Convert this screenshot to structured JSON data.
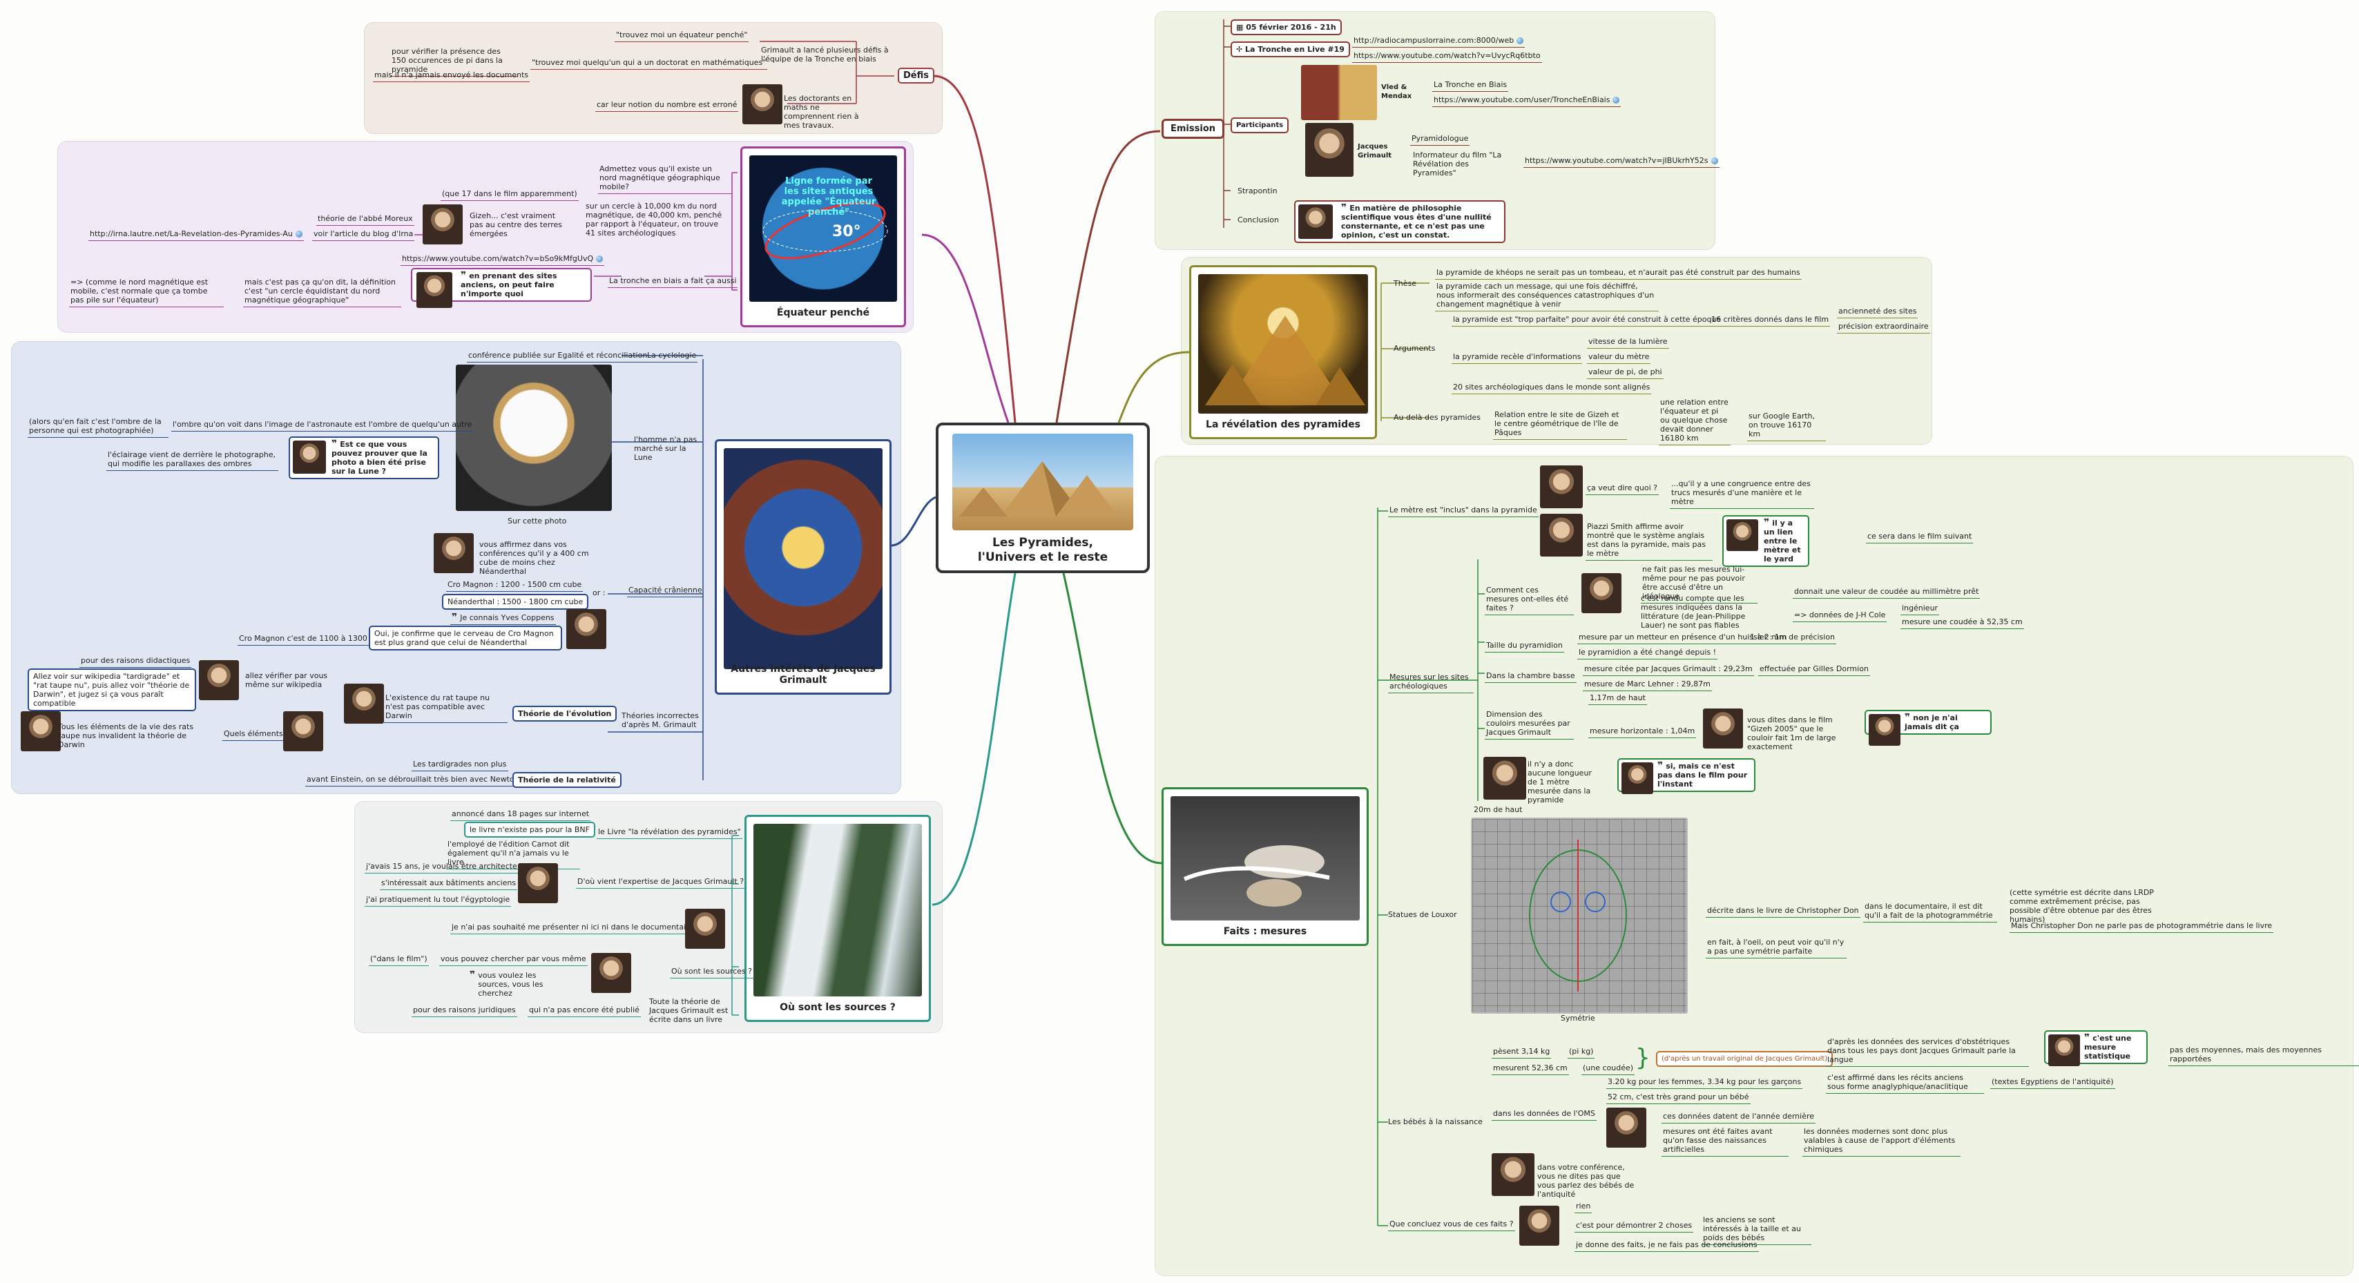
{
  "central": {
    "title": "Les Pyramides,\nl'Univers et le reste"
  },
  "colors": {
    "defis": "#a23a40",
    "equateur": "#a23a9a",
    "autres": "#2a4a8a",
    "sources": "#2a9a8a",
    "emission": "#8a3a30",
    "revelation": "#8a8a2a",
    "faits": "#2a8a3a"
  },
  "defis": {
    "label": "Défis",
    "n1": "\"trouvez moi un équateur penché\"",
    "n2": "Grimault a lancé plusieurs défis à l'équipe de la Tronche en biais",
    "n3": "pour vérifier la présence des 150 occurences de pi dans la pyramide",
    "n4": "\"trouvez moi quelqu'un qui a un doctorat en mathématiques\"",
    "n5": "mais il n'a jamais envoyé les documents",
    "n6": "car leur notion du nombre est erroné",
    "n7": "Les doctorants en maths ne comprennent rien à mes travaux."
  },
  "equateur": {
    "caption": "Équateur penché",
    "globe_text": "Ligne formée par les sites antiques appelée \"Équateur penché\"",
    "globe_angle": "30°",
    "n1": "Admettez vous qu'il existe un nord magnétique géographique mobile?",
    "n2": "(que 17 dans le film apparemment)",
    "n3": "théorie de l'abbé Moreux",
    "n4": "Gizeh... c'est vraiment pas au centre des terres émergées",
    "n5": "sur un cercle à 10,000 km du nord magnétique, de 40,000 km, penché par rapport à l'équateur, on trouve 41 sites archéologiques",
    "n6": "http://irna.lautre.net/La-Revelation-des-Pyramides-Au",
    "n7": "voir l'article du blog d'Irna",
    "n8": "https://www.youtube.com/watch?v=bSo9kMfgUvQ",
    "n9": "=> (comme le nord magnétique est mobile, c'est normale que ça tombe pas pile sur l'équateur)",
    "n10": "mais c'est pas ça qu'on dit, la définition c'est \"un cercle équidistant du nord magnétique géographique\"",
    "n11": "en prenant des sites anciens, on peut faire n'importe quoi",
    "n12": "La tronche en biais a fait ça aussi"
  },
  "autres": {
    "caption": "Autres intérêts de Jacques Grimault",
    "cyclo": "La cyclologie",
    "cyclo_sub": "conférence publiée sur Egalité et réconciliation",
    "photo_cap": "Sur cette photo",
    "lune": "l'homme n'a pas marché sur la Lune",
    "l1": "(alors qu'en fait c'est l'ombre de la personne qui est photographiée)",
    "l2": "l'ombre qu'on voit dans l'image de l'astronaute est l'ombre de quelqu'un autre",
    "l3": "l'éclairage vient de derrière le photographe, qui modifie les parallaxes des ombres",
    "l4": "Est ce que vous pouvez prouver que la photo a bien été prise sur la Lune ?",
    "c1": "vous affirmez dans vos conférences qu'il y a 400 cm cube de moins chez Néanderthal",
    "c2": "Cro Magnon : 1200 - 1500 cm cube",
    "c3": "Néanderthal : 1500 - 1800 cm cube",
    "c4": "Je connais Yves Coppens",
    "c5": "or :",
    "c6": "Capacité crânienne",
    "c7": "Cro Magnon c'est de 1100 à 1300",
    "c8": "Oui, je confirme que le cerveau de Cro Magnon est plus grand que celui de Néanderthal",
    "e1": "pour des raisons didactiques",
    "e2": "Allez voir sur wikipedia \"tardigrade\" et \"rat taupe nu\", puis allez voir \"théorie de Darwin\", et jugez si ça vous paraît compatible",
    "e3": "allez vérifier par vous même sur wikipedia",
    "e4": "L'existence du rat taupe nu n'est pas compatible avec Darwin",
    "e5": "Théorie de l'évolution",
    "e6": "Tous les éléments de la vie des rats taupe nus invalident la théorie de Darwin",
    "e7": "Quels éléments ?",
    "e8": "Théories incorrectes d'après M. Grimault",
    "r1": "Les tardigrades non plus",
    "r2": "avant Einstein, on se débrouillait très bien avec Newton",
    "r3": "Théorie de la relativité"
  },
  "sources": {
    "caption": "Où sont les sources ?",
    "s1": "annoncé dans 18 pages sur internet",
    "s2": "le livre n'existe pas pour la BNF",
    "s3": "le Livre \"la révélation des pyramides\"",
    "s4": "l'employé de l'édition Carnot dit également qu'il n'a jamais vu le livre",
    "s5": "j'avais 15 ans, je voulais être architecte",
    "s6": "D'où vient l'expertise de Jacques Grimault ?",
    "s7": "s'intéressait aux bâtiments anciens",
    "s8": "j'ai pratiquement lu tout l'égyptologie",
    "s9": "je n'ai pas souhaité me présenter ni ici ni dans le documentaire",
    "s10": "(\"dans le film\")",
    "s11": "vous pouvez chercher par vous même",
    "s12": "vous voulez les sources, vous les cherchez",
    "s13": "Où sont les sources ?",
    "s14": "pour des raisons juridiques",
    "s15": "qui n'a pas encore été publié",
    "s16": "Toute la théorie de Jacques Grimault est écrite dans un livre"
  },
  "emission": {
    "label": "Emission",
    "date": "05 février 2016 - 21h",
    "show": "La Tronche en Live #19",
    "url1": "http://radiocampuslorraine.com:8000/web",
    "url2": "https://www.youtube.com/watch?v=UvycRq6tbto",
    "participants": "Participants",
    "vled": "Vled & Mendax",
    "tronche": "La Tronche en Biais",
    "url3": "https://www.youtube.com/user/TroncheEnBiais",
    "jacques": "Jacques Grimault",
    "pyramido": "Pyramidologue",
    "informateur": "Informateur du film \"La Révélation des Pyramides\"",
    "url4": "https://www.youtube.com/watch?v=jIBUkrhY52s",
    "strapontin": "Strapontin",
    "conclusion": "Conclusion",
    "conclusion_text": "En matière de philosophie scientifique vous êtes d'une nullité consternante, et ce n'est pas une opinion, c'est un constat."
  },
  "revelation": {
    "caption": "La révélation des pyramides",
    "these": "Thèse",
    "t1": "la pyramide de khéops ne serait pas un tombeau, et n'aurait pas été construit par des humains",
    "t2": "la pyramide cach un message, qui une fois déchiffré, nous informerait des conséquences catastrophiques d'un changement magnétique à venir",
    "arguments": "Arguments",
    "a1": "la pyramide est \"trop parfaite\" pour avoir été construit à cette époque",
    "a2": "16 critères donnés dans le film",
    "a3": "ancienneté des sites",
    "a4": "précision extraordinaire",
    "a5": "la pyramide recèle d'informations",
    "a6": "vitesse de la lumière",
    "a7": "valeur du mètre",
    "a8": "valeur de pi, de phi",
    "a9": "20 sites archéologiques dans le monde sont alignés",
    "aud": "Au delà des pyramides",
    "b1": "Relation entre le site de Gizeh et le centre géométrique de l'île de Pâques",
    "b2": "une relation entre l'équateur et pi ou quelque chose devait donner 16180 km",
    "b3": "sur Google Earth, on trouve 16170 km"
  },
  "faits": {
    "caption": "Faits : mesures",
    "metre": "Le mètre est \"inclus\" dans la pyramide",
    "m1": "ça veut dire quoi ?",
    "m2": "...qu'il y a une congruence entre des trucs mesurés d'une manière et le mètre",
    "m3": "Piazzi Smith affirme avoir montré que le système anglais est dans la pyramide, mais pas le mètre",
    "m4": "il y a un lien entre le mètre et le yard",
    "m5": "ce sera dans le film suivant",
    "mesures": "Mesures sur les sites archéologiques",
    "c1": "Comment ces mesures ont-elles été faites ?",
    "c2": "ne fait pas les mesures lui-même pour ne pas pouvoir être accusé d'être un idéologue",
    "c3": "c'est rendu compte que les mesures indiquées dans la littérature (de Jean-Philippe Lauer) ne sont pas fiables",
    "c4": "donnait une valeur de coudée au millimètre prêt",
    "c5": "=> données de J-H Cole",
    "c6": "ingénieur",
    "c7": "mesure une coudée à 52,35 cm",
    "taille": "Taille du pyramidion",
    "p1": "mesure par un metteur en présence d'un huissier : 1m",
    "p2": "1 à 2 mm de précision",
    "p3": "le pyramidion a été changé depuis !",
    "chambre": "Dans la chambre basse",
    "ch1": "mesure citée par Jacques Grimault : 29,23m",
    "ch2": "effectuée par Gilles Dormion",
    "ch3": "mesure de Marc Lehner : 29,87m",
    "dim": "Dimension des couloirs mesurées par Jacques Grimault",
    "d1": "1,17m de haut",
    "d2": "mesure horizontale : 1,04m",
    "d3": "vous dites dans le film \"Gizeh 2005\" que le couloir fait 1m de large exactement",
    "d4": "non je n'ai jamais dit ça",
    "d5": "il n'y a donc aucune longueur de 1 mètre mesurée dans la pyramide",
    "d6": "si, mais ce n'est pas dans le film pour l'instant",
    "haut": "20m de haut",
    "statue": "Statues de Louxor",
    "sym": "Symétrie",
    "st1": "décrite dans le livre de Christopher Don",
    "st2": "dans le documentaire, il est dit qu'il a fait de la photogrammétrie",
    "st3": "(cette symétrie est décrite dans LRDP comme extrêmement précise, pas possible d'être obtenue par des êtres humains)",
    "st4": "Mais Christopher Don ne parle pas de photogrammétrie dans le livre",
    "st5": "en fait, à l'oeil, on peut voir qu'il n'y a pas une symétrie parfaite",
    "bebes": "Les bébés à la naissance",
    "b1": "pèsent 3,14 kg",
    "b2": "(pi kg)",
    "b3": "mesurent 52,36 cm",
    "b4": "(une coudée)",
    "b5": "(d'après un travail original de Jacques Grimault)",
    "b6": "d'après les données des services d'obstétriques dans tous les pays dont Jacques Grimault parle la langue",
    "b7": "c'est une mesure statistique",
    "b8": "pas des moyennes, mais des moyennes rapportées",
    "b9": "c'est affirmé dans les récits anciens sous forme anaglyphique/anaclitique",
    "b10": "(textes Egyptiens de l'antiquité)",
    "oms": "dans les données de l'OMS",
    "o1": "3.20 kg pour les femmes, 3.34 kg pour les garçons",
    "o2": "52 cm, c'est très grand pour un bébé",
    "o3": "ces données datent de l'année dernière",
    "o4": "mesures ont été faites avant qu'on fasse des naissances artificielles",
    "o5": "les données modernes sont donc plus valables à cause de l'apport d'éléments chimiques",
    "o6": "dans votre conférence, vous ne dites pas que vous parlez des bébés de l'antiquité",
    "concl": "Que concluez vous de ces faits ?",
    "q1": "rien",
    "q2": "c'est pour démontrer 2 choses",
    "q3": "les anciens se sont intéressés à la taille et au poids des bébés",
    "q4": "je donne des faits, je ne fais pas de conclusions"
  }
}
